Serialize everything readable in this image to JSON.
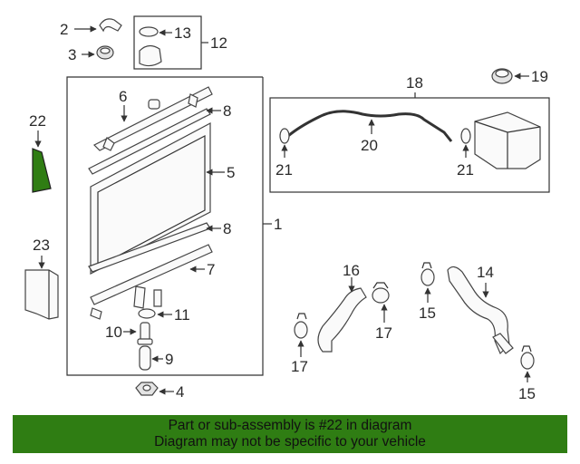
{
  "callouts": {
    "c1": "1",
    "c2": "2",
    "c3": "3",
    "c4": "4",
    "c5": "5",
    "c6": "6",
    "c7": "7",
    "c8a": "8",
    "c8b": "8",
    "c9": "9",
    "c10": "10",
    "c11": "11",
    "c12": "12",
    "c13": "13",
    "c14": "14",
    "c15a": "15",
    "c15b": "15",
    "c16": "16",
    "c17a": "17",
    "c17b": "17",
    "c18": "18",
    "c19": "19",
    "c20": "20",
    "c21a": "21",
    "c21b": "21",
    "c22": "22",
    "c23": "23"
  },
  "highlight": {
    "part": "22",
    "color": "#2f7d13"
  },
  "banner": {
    "line1": "Part or sub-assembly is #22 in diagram",
    "line2": "Diagram may not be specific to your vehicle",
    "color": "#2f7d13"
  }
}
